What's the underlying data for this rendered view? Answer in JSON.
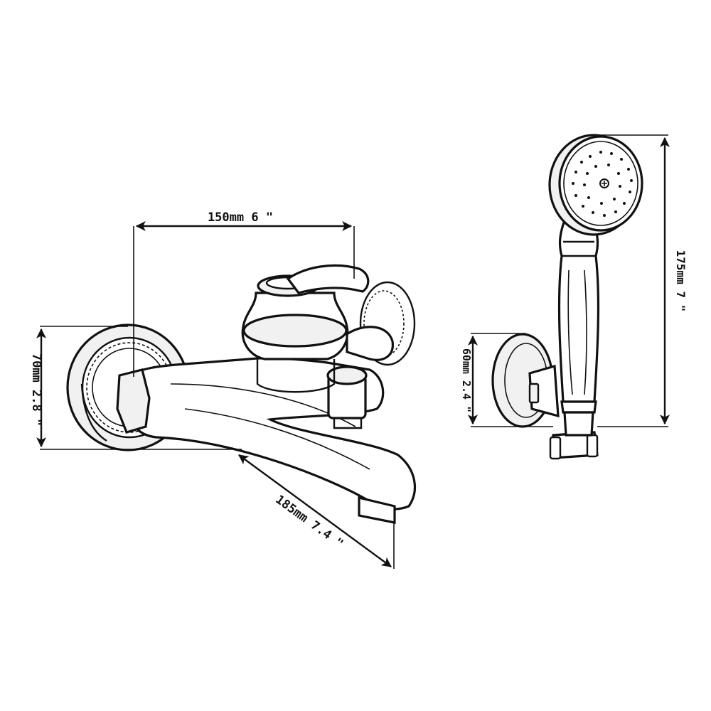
{
  "dimensions": {
    "faucet_width": "150mm 6 \"",
    "faucet_height": "70mm 2.8 \"",
    "spout_length": "185mm 7.4 \"",
    "handshower_length": "175mm 7 \"",
    "holder_height": "60mm 2.4 \""
  },
  "drawings": {
    "faucet": "bath-faucet-drawing",
    "handshower": "hand-shower-drawing"
  }
}
